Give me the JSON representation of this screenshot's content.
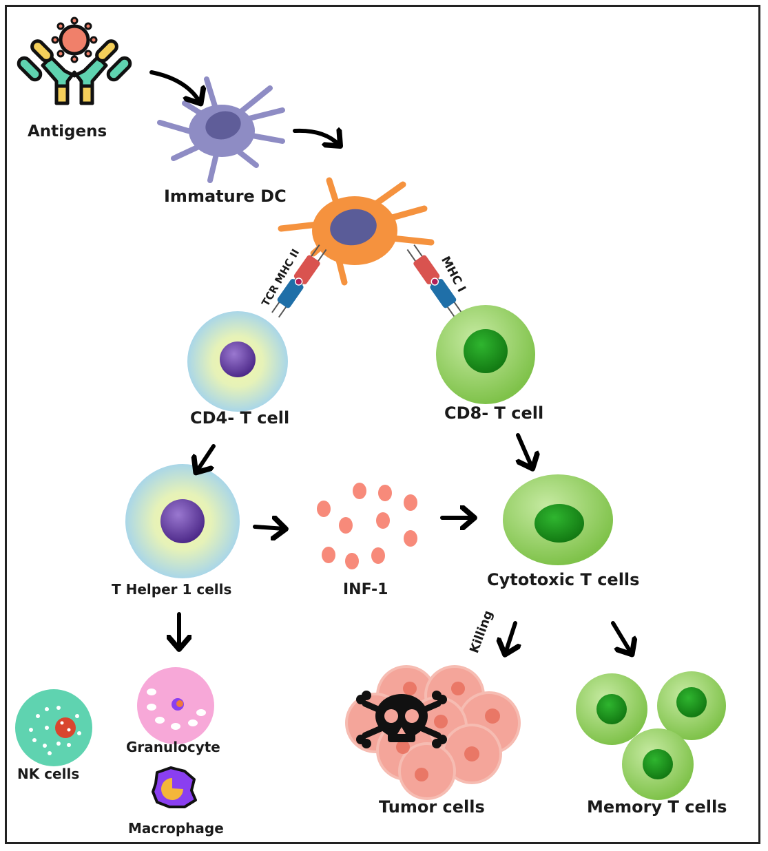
{
  "title": "Dendritic cell antigen presentation and T cell activation pathway",
  "nodes": {
    "antigens": "Antigens",
    "immature_dc": "Immature DC",
    "cd4": "CD4- T cell",
    "cd8": "CD8- T cell",
    "th1": "T Helper 1 cells",
    "inf": "INF-1",
    "ctl": "Cytotoxic T cells",
    "nk": "NK cells",
    "granulocyte": "Granulocyte",
    "macrophage": "Macrophage",
    "tumor": "Tumor cells",
    "memory": "Memory T cells"
  },
  "edge_labels": {
    "tcr_mhc2": "TCR MHC II",
    "mhc1": "MHC I",
    "killing": "Killing"
  },
  "colors": {
    "immature_dc": "#8e8cc4",
    "mature_dc": "#f5923e",
    "dc_nucleus": "#5a5c98",
    "cd4_cell": "#bfe3ec",
    "cd4_nucleus": "#6a3fa0",
    "cd8_cell": "#8fcf5a",
    "cd8_nucleus": "#1f9a1f",
    "cytokine": "#f78a7a",
    "nk_cell": "#5fd3b0",
    "granulocyte": "#f7a8d8",
    "macrophage": "#8a3ff0",
    "tumor": "#f4a59a",
    "mhc_red": "#d9534f",
    "tcr_blue": "#1f6fa8"
  }
}
